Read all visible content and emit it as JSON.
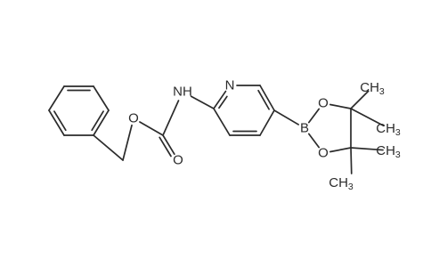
{
  "molecule": {
    "atoms": [
      {
        "id": "ph1",
        "label": ""
      },
      {
        "id": "ph2",
        "label": ""
      },
      {
        "id": "ph3",
        "label": ""
      },
      {
        "id": "ph4",
        "label": ""
      },
      {
        "id": "ph5",
        "label": ""
      },
      {
        "id": "ph6",
        "label": ""
      },
      {
        "id": "ch2",
        "label": ""
      },
      {
        "id": "o_ester",
        "label": "O"
      },
      {
        "id": "c_carbonyl",
        "label": ""
      },
      {
        "id": "o_carbonyl",
        "label": "O"
      },
      {
        "id": "nh",
        "label": "NH"
      },
      {
        "id": "py2",
        "label": ""
      },
      {
        "id": "n_py",
        "label": "N"
      },
      {
        "id": "py6",
        "label": ""
      },
      {
        "id": "py5",
        "label": ""
      },
      {
        "id": "py4",
        "label": ""
      },
      {
        "id": "py3",
        "label": ""
      },
      {
        "id": "boron",
        "label": "B"
      },
      {
        "id": "o_top",
        "label": "O"
      },
      {
        "id": "o_bot",
        "label": "O"
      },
      {
        "id": "c_top",
        "label": ""
      },
      {
        "id": "c_bot",
        "label": ""
      },
      {
        "id": "me1",
        "label": "CH3",
        "main": "CH",
        "subscript": "3"
      },
      {
        "id": "me2",
        "label": "CH3",
        "main": "CH",
        "subscript": "3"
      },
      {
        "id": "me3",
        "label": "CH3",
        "main": "CH",
        "subscript": "3"
      },
      {
        "id": "me4",
        "label": "CH3",
        "main": "CH",
        "subscript": "3"
      }
    ],
    "bonds": [
      {
        "a": "ph1",
        "b": "ph2",
        "order": 1
      },
      {
        "a": "ph2",
        "b": "ph3",
        "order": 2
      },
      {
        "a": "ph3",
        "b": "ph4",
        "order": 1
      },
      {
        "a": "ph4",
        "b": "ph5",
        "order": 2
      },
      {
        "a": "ph5",
        "b": "ph6",
        "order": 1
      },
      {
        "a": "ph6",
        "b": "ph1",
        "order": 2
      },
      {
        "a": "ph1",
        "b": "ch2",
        "order": 1
      },
      {
        "a": "ch2",
        "b": "o_ester",
        "order": 1
      },
      {
        "a": "o_ester",
        "b": "c_carbonyl",
        "order": 1
      },
      {
        "a": "c_carbonyl",
        "b": "o_carbonyl",
        "order": 2
      },
      {
        "a": "c_carbonyl",
        "b": "nh",
        "order": 1
      },
      {
        "a": "nh",
        "b": "py2",
        "order": 1
      },
      {
        "a": "py2",
        "b": "n_py",
        "order": 2
      },
      {
        "a": "n_py",
        "b": "py6",
        "order": 1
      },
      {
        "a": "py6",
        "b": "py5",
        "order": 2
      },
      {
        "a": "py5",
        "b": "py4",
        "order": 1
      },
      {
        "a": "py4",
        "b": "py3",
        "order": 2
      },
      {
        "a": "py3",
        "b": "py2",
        "order": 1
      },
      {
        "a": "py5",
        "b": "boron",
        "order": 1
      },
      {
        "a": "boron",
        "b": "o_top",
        "order": 1
      },
      {
        "a": "boron",
        "b": "o_bot",
        "order": 1
      },
      {
        "a": "o_top",
        "b": "c_top",
        "order": 1
      },
      {
        "a": "o_bot",
        "b": "c_bot",
        "order": 1
      },
      {
        "a": "c_top",
        "b": "c_bot",
        "order": 1
      },
      {
        "a": "c_top",
        "b": "me1",
        "order": 1
      },
      {
        "a": "c_top",
        "b": "me2",
        "order": 1
      },
      {
        "a": "c_bot",
        "b": "me3",
        "order": 1
      },
      {
        "a": "c_bot",
        "b": "me4",
        "order": 1
      }
    ]
  }
}
